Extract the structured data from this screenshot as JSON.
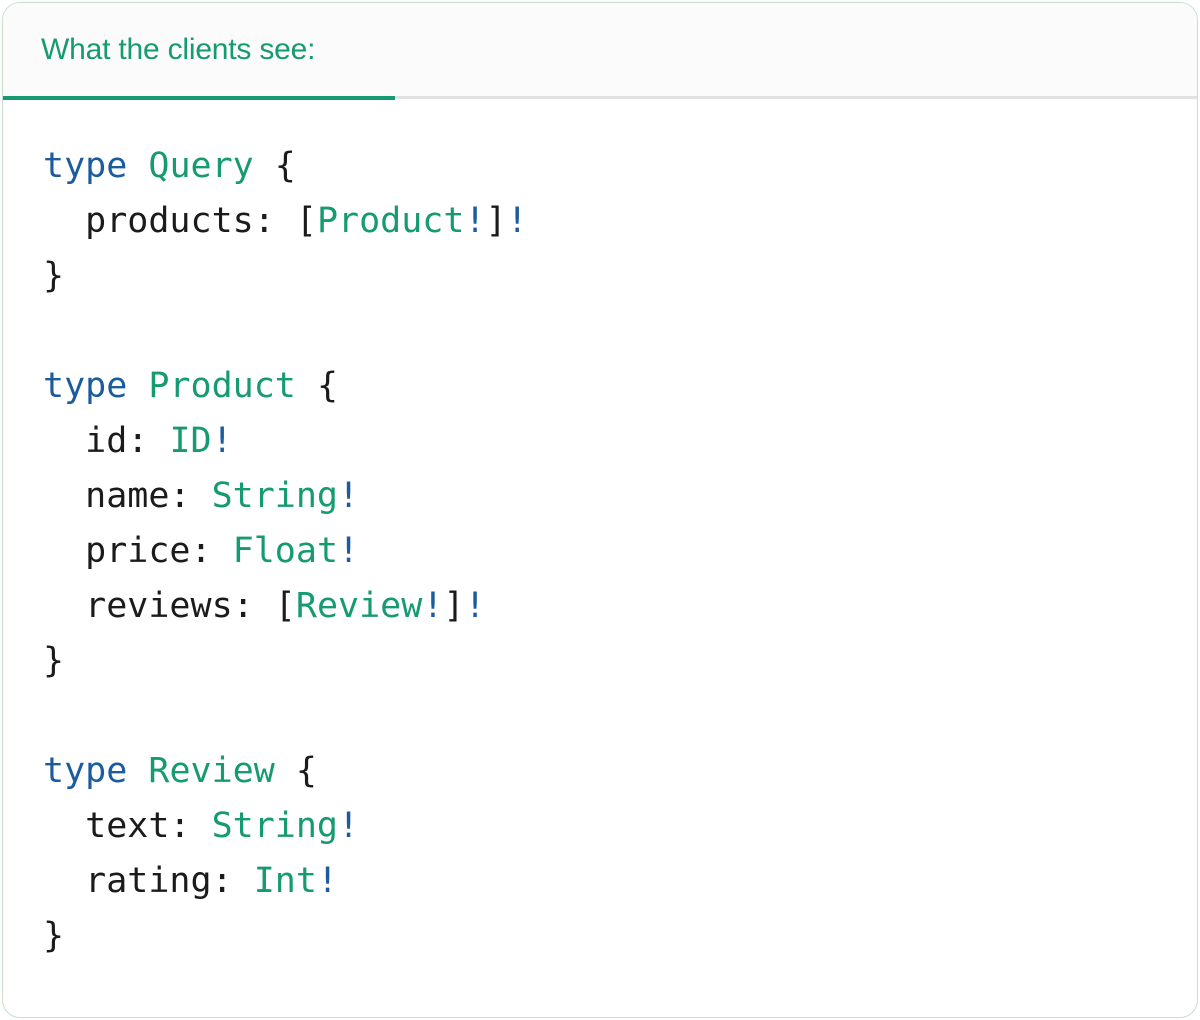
{
  "colors": {
    "teal": "#169a72",
    "blue": "#1b5c9e",
    "code_text": "#1b1b1b",
    "divider": "#e2e2e2",
    "card_border": "#c8dfd0",
    "tab_bg": "#fbfbfb"
  },
  "tab": {
    "label": "What the clients see:"
  },
  "code": {
    "language": "graphql",
    "lines": [
      [
        {
          "c": "kw",
          "t": "type"
        },
        {
          "c": "pl",
          "t": " "
        },
        {
          "c": "ty",
          "t": "Query"
        },
        {
          "c": "pl",
          "t": " {"
        }
      ],
      [
        {
          "c": "pl",
          "t": "  products: ["
        },
        {
          "c": "ty",
          "t": "Product"
        },
        {
          "c": "kw",
          "t": "!"
        },
        {
          "c": "pl",
          "t": "]"
        },
        {
          "c": "kw",
          "t": "!"
        }
      ],
      [
        {
          "c": "pl",
          "t": "}"
        }
      ],
      [],
      [
        {
          "c": "kw",
          "t": "type"
        },
        {
          "c": "pl",
          "t": " "
        },
        {
          "c": "ty",
          "t": "Product"
        },
        {
          "c": "pl",
          "t": " {"
        }
      ],
      [
        {
          "c": "pl",
          "t": "  id: "
        },
        {
          "c": "ty",
          "t": "ID"
        },
        {
          "c": "kw",
          "t": "!"
        }
      ],
      [
        {
          "c": "pl",
          "t": "  name: "
        },
        {
          "c": "ty",
          "t": "String"
        },
        {
          "c": "kw",
          "t": "!"
        }
      ],
      [
        {
          "c": "pl",
          "t": "  price: "
        },
        {
          "c": "ty",
          "t": "Float"
        },
        {
          "c": "kw",
          "t": "!"
        }
      ],
      [
        {
          "c": "pl",
          "t": "  reviews: ["
        },
        {
          "c": "ty",
          "t": "Review"
        },
        {
          "c": "kw",
          "t": "!"
        },
        {
          "c": "pl",
          "t": "]"
        },
        {
          "c": "kw",
          "t": "!"
        }
      ],
      [
        {
          "c": "pl",
          "t": "}"
        }
      ],
      [],
      [
        {
          "c": "kw",
          "t": "type"
        },
        {
          "c": "pl",
          "t": " "
        },
        {
          "c": "ty",
          "t": "Review"
        },
        {
          "c": "pl",
          "t": " {"
        }
      ],
      [
        {
          "c": "pl",
          "t": "  text: "
        },
        {
          "c": "ty",
          "t": "String"
        },
        {
          "c": "kw",
          "t": "!"
        }
      ],
      [
        {
          "c": "pl",
          "t": "  rating: "
        },
        {
          "c": "ty",
          "t": "Int"
        },
        {
          "c": "kw",
          "t": "!"
        }
      ],
      [
        {
          "c": "pl",
          "t": "}"
        }
      ]
    ]
  }
}
